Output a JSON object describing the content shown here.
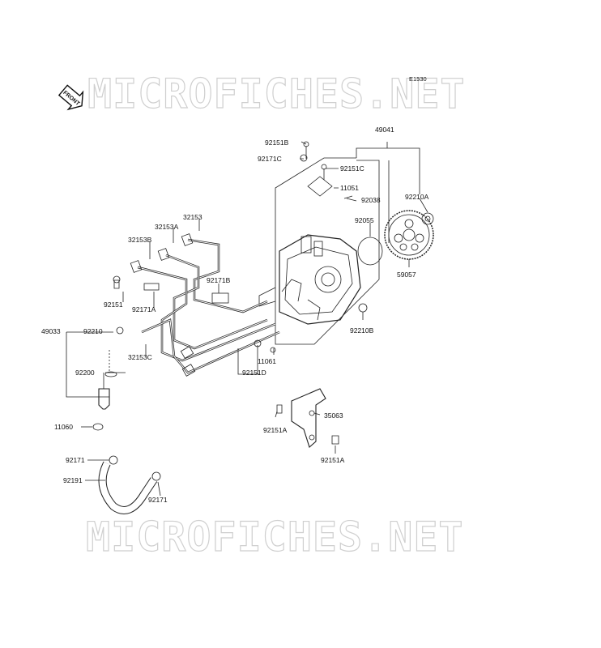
{
  "diagram": {
    "code": "E1530",
    "watermark": "MICROFICHES.NET",
    "front_badge": "FRONT",
    "labels": {
      "p49041": "49041",
      "p92151B": "92151B",
      "p92171C": "92171C",
      "p92151C": "92151C",
      "p11051": "11051",
      "p92038": "92038",
      "p92210A": "92210A",
      "p92055": "92055",
      "p59057": "59057",
      "p92210B": "92210B",
      "p32153": "32153",
      "p32153A": "32153A",
      "p32153B": "32153B",
      "p92171B": "92171B",
      "p92151": "92151",
      "p92171A": "92171A",
      "p49033": "49033",
      "p92210": "92210",
      "p32153C": "32153C",
      "p92200": "92200",
      "p11061": "11061",
      "p92151D": "92151D",
      "p35063": "35063",
      "p92151A_1": "92151A",
      "p92151A_2": "92151A",
      "p11060": "11060",
      "p92171_1": "92171",
      "p92191": "92191",
      "p92171_2": "92171"
    }
  }
}
